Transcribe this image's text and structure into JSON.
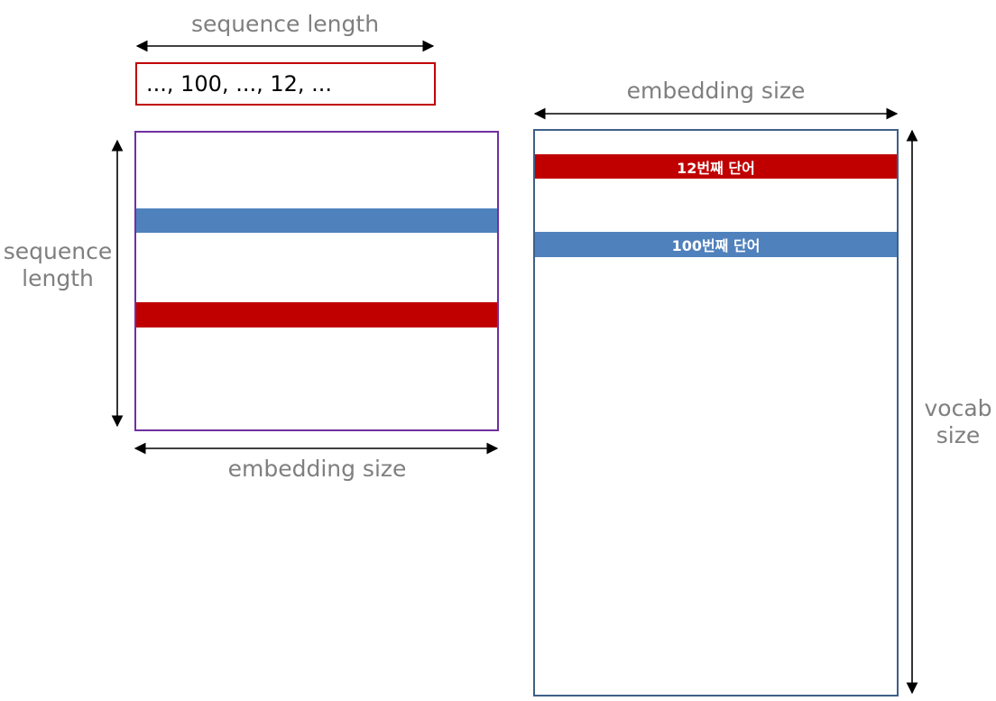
{
  "input_tokens": {
    "width_label": "sequence length",
    "text": "..., 100, ..., 12, ..."
  },
  "sequence_matrix": {
    "height_label_line1": "sequence",
    "height_label_line2": "length",
    "width_label": "embedding size"
  },
  "embedding_table": {
    "width_label": "embedding size",
    "height_label_line1": "vocab",
    "height_label_line2": "size",
    "rows": [
      {
        "label": "12번째 단어",
        "color": "#c00000"
      },
      {
        "label": "100번째 단어",
        "color": "#4f81bd"
      }
    ]
  },
  "colors": {
    "input_box_border": "#c00000",
    "sequence_matrix_border": "#7030a0",
    "embedding_table_border": "#3e5f88",
    "row_red": "#c00000",
    "row_blue": "#4f81bd",
    "label_gray": "#7f7f7f"
  }
}
